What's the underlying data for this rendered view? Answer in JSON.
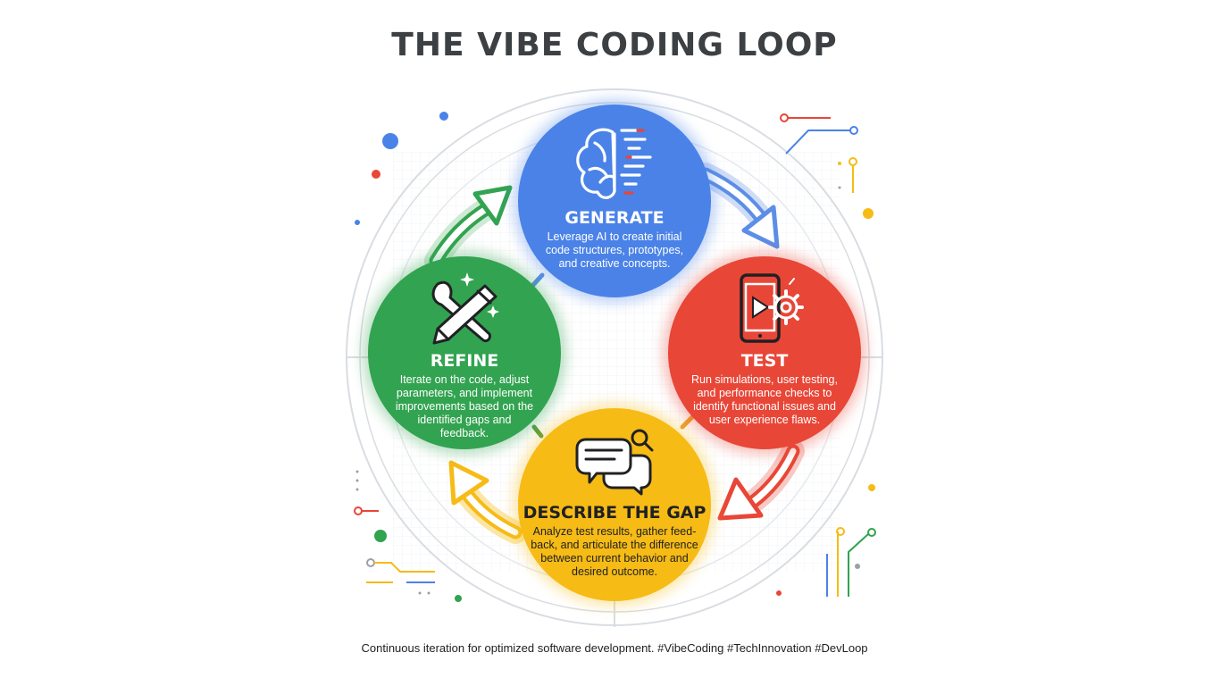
{
  "title": "THE VIBE CODING LOOP",
  "colors": {
    "blue": "#4a82e8",
    "red": "#e84637",
    "yellow": "#f6bb15",
    "green": "#32a350",
    "text_dark": "#3c4043"
  },
  "nodes": [
    {
      "id": "generate",
      "title": "GENERATE",
      "icon": "brain-code-icon",
      "lines": [
        "Leverage AI to create initial",
        "code structures, prototypes,",
        "and creative concepts."
      ]
    },
    {
      "id": "test",
      "title": "TEST",
      "icon": "phone-gear-icon",
      "lines": [
        "Run simulations, user testing,",
        "and performance checks to",
        "identify functional issues and",
        "user experience flaws."
      ]
    },
    {
      "id": "describe",
      "title": "DESCRIBE THE GAP",
      "icon": "chat-search-icon",
      "lines": [
        "Analyze test results, gather feed-",
        "back, and articulate the difference",
        "between current behavior and",
        "desired outcome."
      ]
    },
    {
      "id": "refine",
      "title": "REFINE",
      "icon": "wrench-pencil-icon",
      "lines": [
        "Iterate on the code, adjust",
        "parameters, and implement",
        "improvements based on the",
        "identified gaps and",
        "feedback."
      ]
    }
  ],
  "footer": "Continuous iteration for optimized software development. #VibeCoding #TechInnovation #DevLoop"
}
